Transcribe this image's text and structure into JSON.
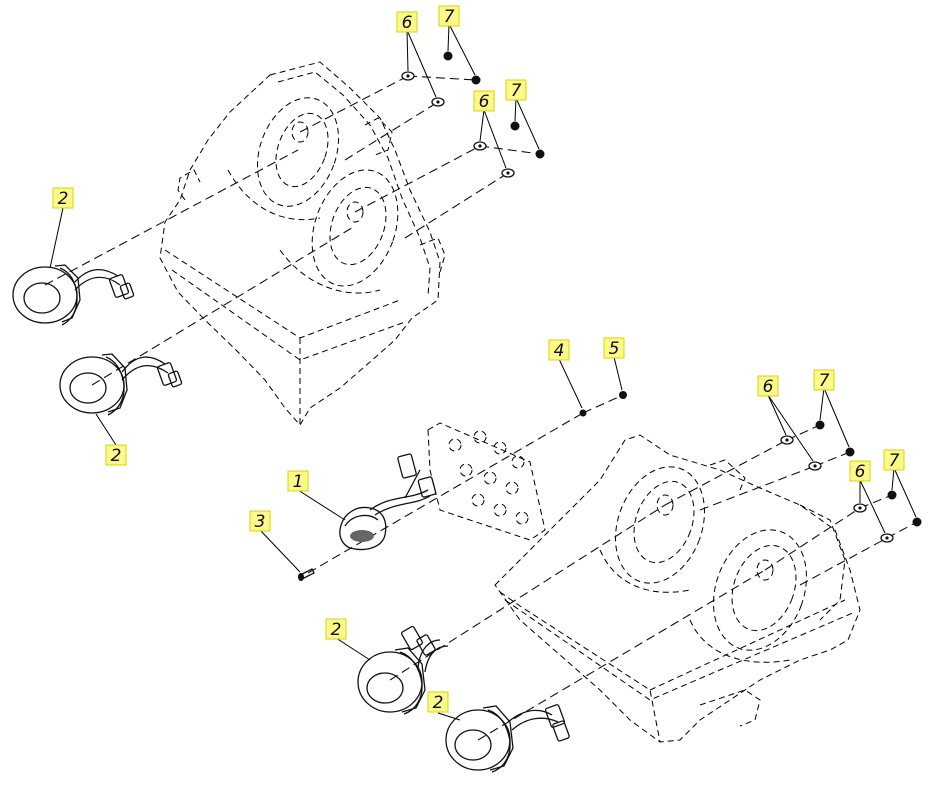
{
  "diagram": {
    "callouts": [
      {
        "id": "top-6a",
        "label": "6"
      },
      {
        "id": "top-7a",
        "label": "7"
      },
      {
        "id": "top-6b",
        "label": "6"
      },
      {
        "id": "top-7b",
        "label": "7"
      },
      {
        "id": "top-2a",
        "label": "2"
      },
      {
        "id": "top-2b",
        "label": "2"
      },
      {
        "id": "bot-4",
        "label": "4"
      },
      {
        "id": "bot-5",
        "label": "5"
      },
      {
        "id": "bot-6a",
        "label": "6"
      },
      {
        "id": "bot-7a",
        "label": "7"
      },
      {
        "id": "bot-6b",
        "label": "6"
      },
      {
        "id": "bot-7b",
        "label": "7"
      },
      {
        "id": "bot-1",
        "label": "1"
      },
      {
        "id": "bot-3",
        "label": "3"
      },
      {
        "id": "bot-2a",
        "label": "2"
      },
      {
        "id": "bot-2b",
        "label": "2"
      }
    ]
  },
  "colors": {
    "callout_fill": "#fbf98a",
    "line": "#111111",
    "background": "#ffffff"
  }
}
